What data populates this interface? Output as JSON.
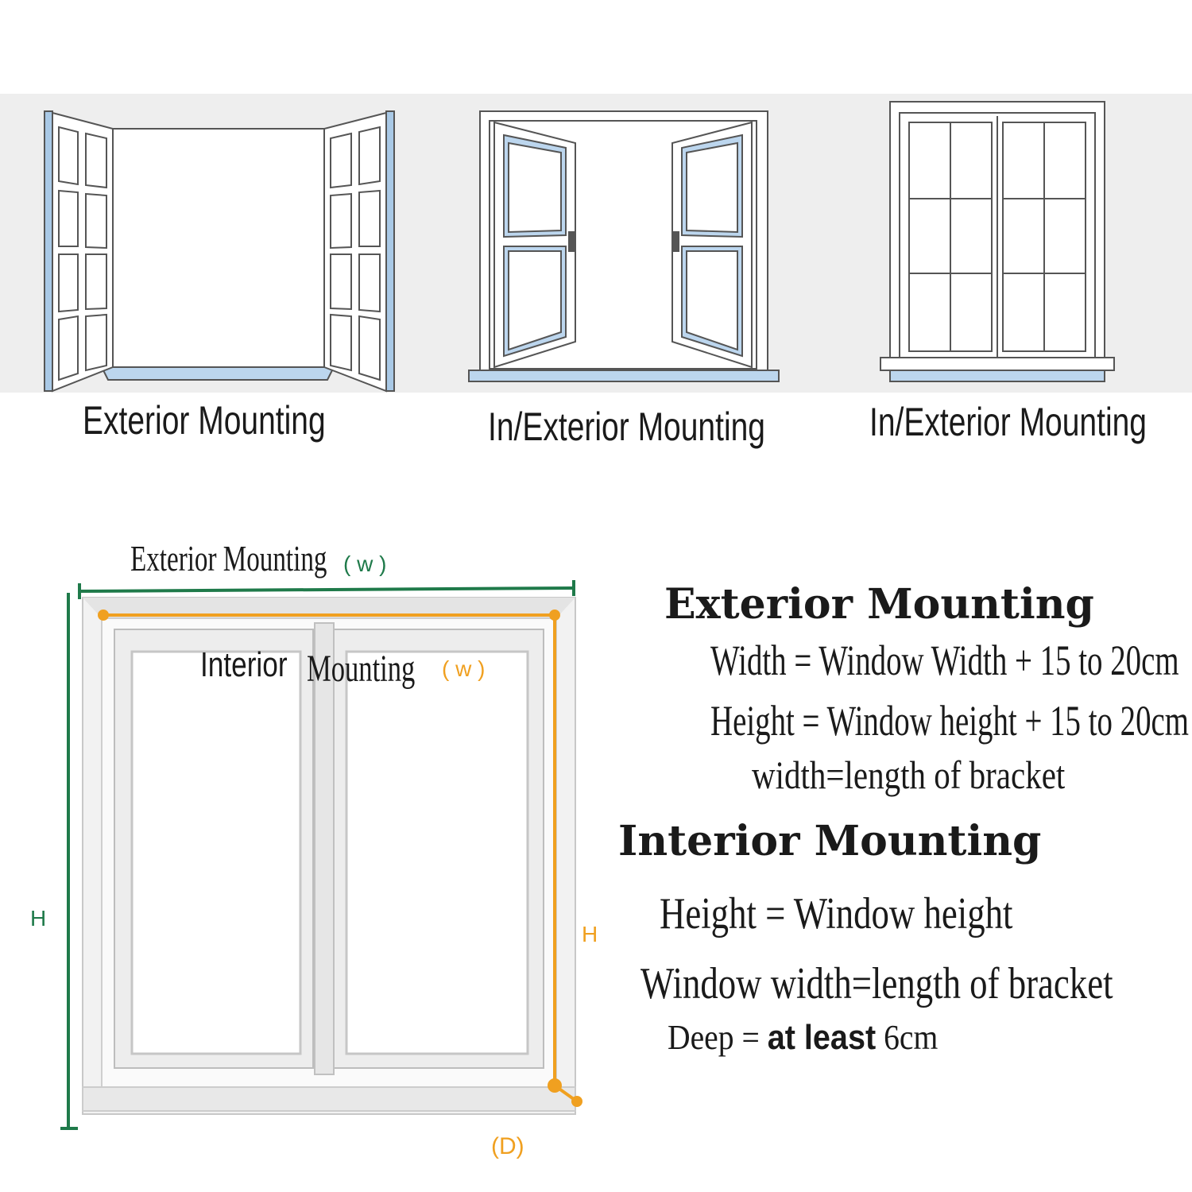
{
  "top_labels": {
    "window1": "Exterior Mounting",
    "window2": "In/Exterior Mounting",
    "window3": "In/Exterior Mounting"
  },
  "diagram": {
    "exterior_w_label": "Exterior Mounting",
    "exterior_w_paren": "( w )",
    "interior_w_label_a": "Interior",
    "interior_w_label_b": "Mounting",
    "interior_w_paren": "( w )",
    "left_h": "H",
    "right_h": "H",
    "depth": "(D)"
  },
  "instructions": {
    "exterior": {
      "title": "Exterior Mounting",
      "line1": "Width = Window Width + 15 to 20cm",
      "line2": "Height = Window height + 15 to 20cm",
      "line3": "width=length of bracket"
    },
    "interior": {
      "title": "Interior Mounting",
      "line1": "Height = Window height",
      "line2": "Window width=length of bracket",
      "line3_a": "Deep = ",
      "line3_b": "at least",
      "line3_c": " 6cm"
    }
  },
  "colors": {
    "green": "#1f7a4a",
    "orange": "#f0a020",
    "frame_blue": "#a9c9e6",
    "band": "#eeeeee"
  }
}
